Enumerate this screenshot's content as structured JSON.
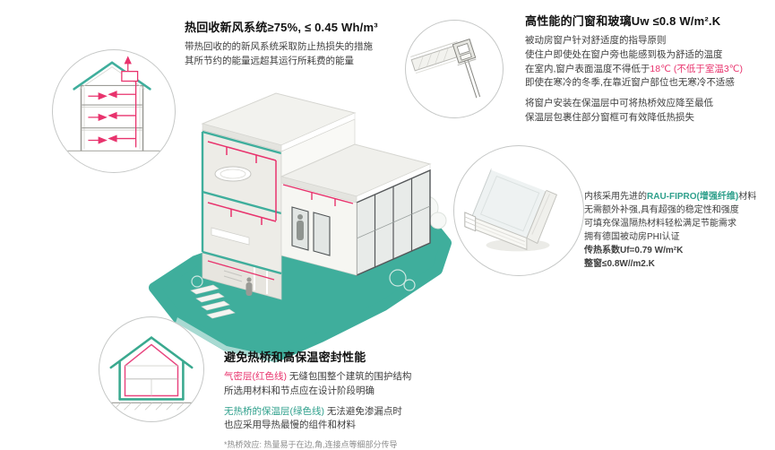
{
  "colors": {
    "accent_teal": "#3FAE9C",
    "accent_red": "#E8336D",
    "text_dark": "#111111",
    "text_body": "#3F3F3F",
    "note_gray": "#8C8C8C",
    "circle_border": "#C6C8C7"
  },
  "ventilation": {
    "title": "热回收新风系统≥75%, ≤ 0.45 Wh/m³",
    "line1": "带热回收的的新风系统采取防止热损失的措施",
    "line2": "其所节约的能量远超其运行所耗费的能量"
  },
  "windows": {
    "title": "高性能的门窗和玻璃Uw ≤0.8 W/m².K",
    "l1": "被动房窗户针对舒适度的指导原则",
    "l2": "使住户即使处在窗户旁也能感到极为舒适的温度",
    "l3a": "在室内,窗户表面温度不得低于",
    "l3b": "18℃",
    "l3c": " (不低于室温3℃)",
    "l4": "即使在寒冷的冬季,在靠近窗户部位也无寒冷不适感",
    "l5": "将窗户安装在保温层中可将热桥效应降至最低",
    "l6": "保温层包裹住部分窗框可有效降低热损失"
  },
  "material": {
    "l1a": "内核采用先进的",
    "l1b": "RAU-FIPRO(增强纤维)",
    "l1c": "材料",
    "l2": "无需额外补强,具有超强的稳定性和强度",
    "l3": "可填充保温隔热材料轻松满足节能需求",
    "l4": "拥有德国被动房PHI认证",
    "uf": "传热系数Uf=0.79 W/m²K",
    "uw": "整窗≤0.8W//m2.K"
  },
  "thermal": {
    "title": "避免热桥和高保温密封性能",
    "l1a": "气密层(红色线)",
    "l1b": " 无缝包围整个建筑的围护结构",
    "l2": "所选用材料和节点应在设计阶段明确",
    "l3a": "无热桥的保温层(绿色线)",
    "l3b": " 无法避免渗漏点时",
    "l4": "也应采用导热最慢的组件和材料",
    "note": "*热桥效应: 热量易于在边,角,连接点等细部分传导"
  },
  "illustrations": {
    "house": "passive-house-isometric-cutaway",
    "callout_ventilation": "house-section-with-airflow-arrows",
    "callout_window_detail": "window-installation-section-drawing",
    "callout_window_profile": "window-frame-profile-render",
    "callout_thermal": "house-section-airtight-and-insulation-layers"
  }
}
